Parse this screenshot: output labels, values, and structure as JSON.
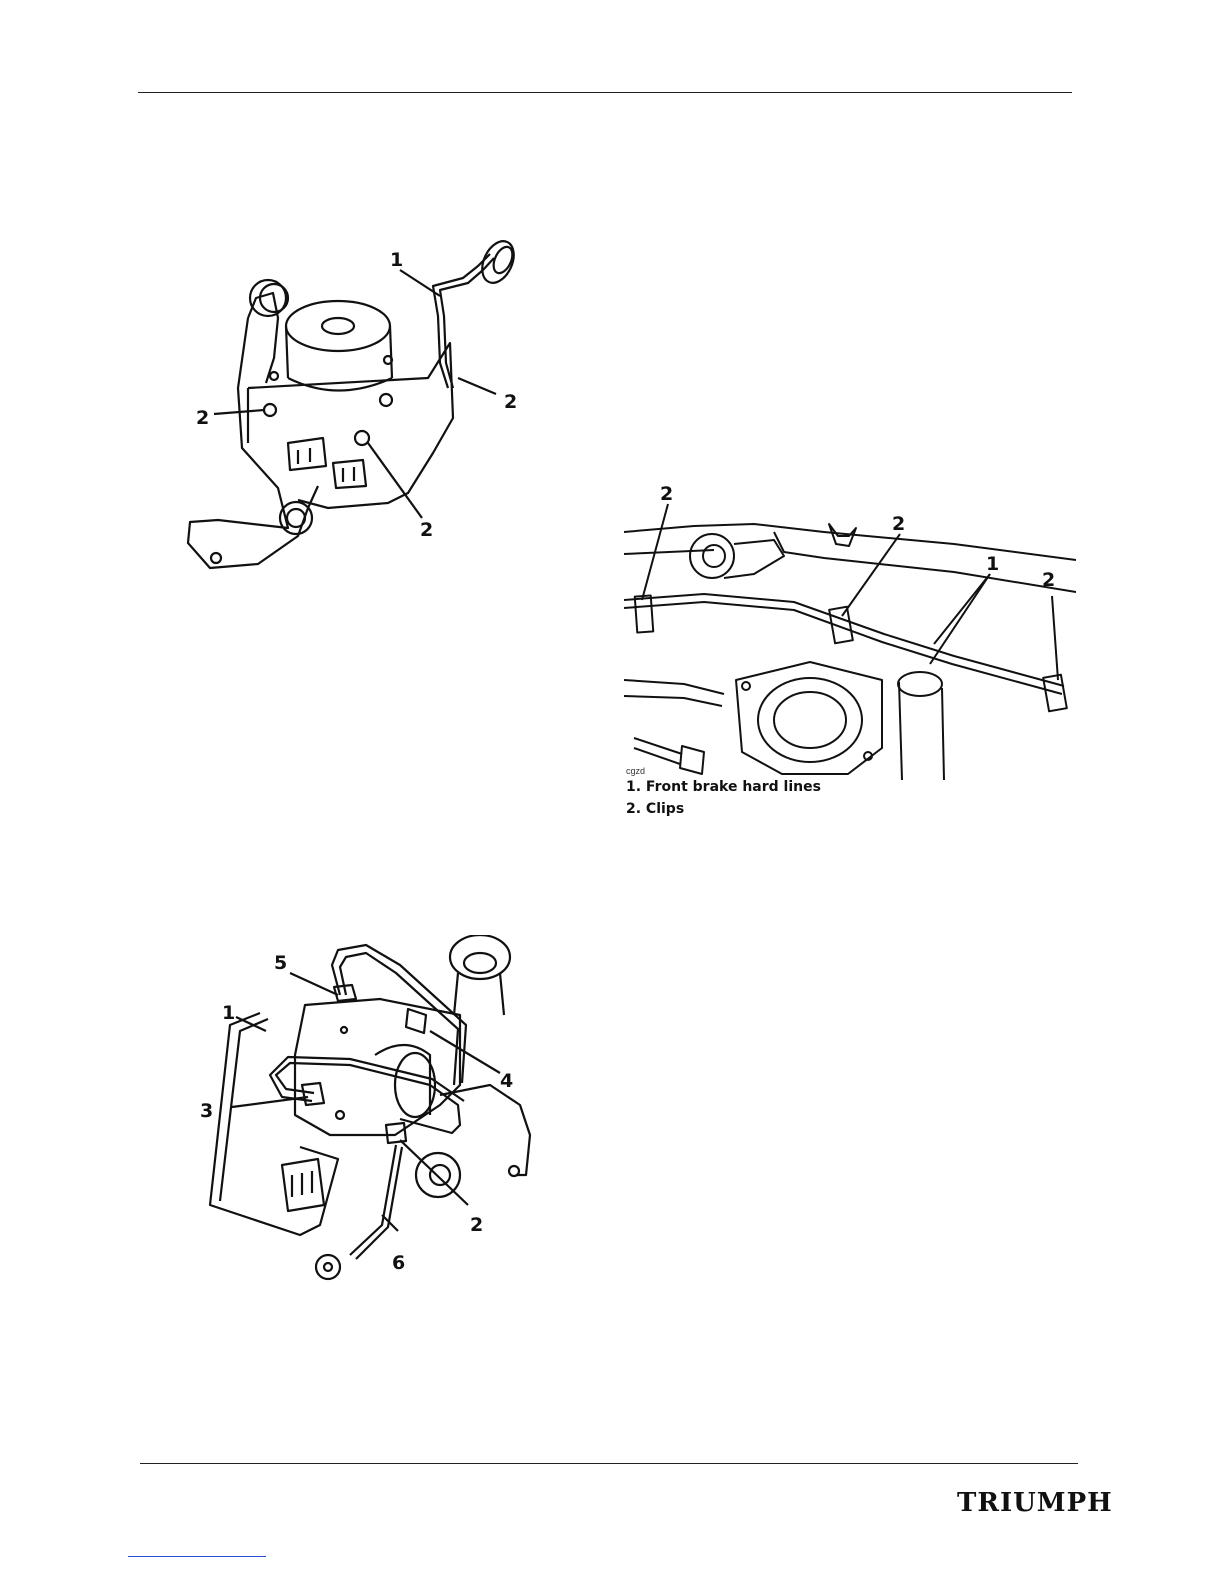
{
  "figure_abs_modulator": {
    "callouts": [
      "1",
      "2",
      "2",
      "2"
    ]
  },
  "figure_brake_lines": {
    "image_code": "cgzd",
    "callouts": [
      "2",
      "2",
      "1",
      "2"
    ],
    "captions": [
      "1. Front brake hard lines",
      "2. Clips"
    ]
  },
  "figure_modulator_pipes": {
    "callouts": [
      "5",
      "1",
      "4",
      "3",
      "2",
      "6"
    ]
  },
  "footer": {
    "logo_text": "TRIUMPH"
  }
}
